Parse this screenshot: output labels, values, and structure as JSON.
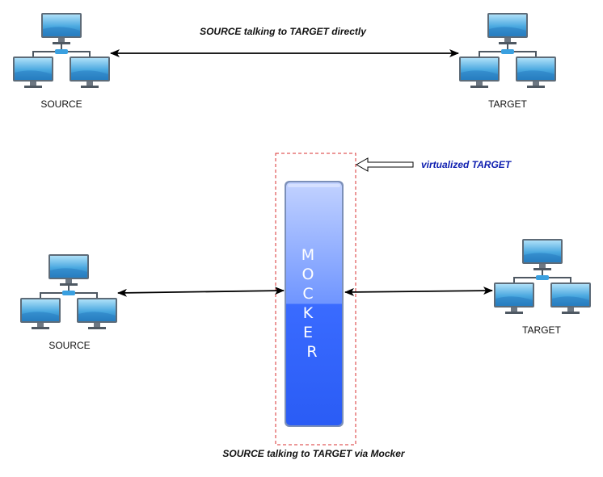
{
  "direct": {
    "caption": "SOURCE talking to TARGET directly",
    "source_label": "SOURCE",
    "target_label": "TARGET"
  },
  "mocked": {
    "caption": "SOURCE talking to TARGET via Mocker",
    "source_label": "SOURCE",
    "target_label": "TARGET",
    "mocker_label": "MOCKER",
    "virtual_label": "virtualized TARGET"
  },
  "colors": {
    "monitor_top": "#8fd0f0",
    "monitor_bottom": "#2f8ed0",
    "mocker_top": "#b4c8ff",
    "mocker_bottom": "#2f62ff",
    "dashed_border": "#d83030",
    "virtual_text": "#1020b0"
  },
  "icons": [
    "network-computers-icon",
    "double-arrow-icon",
    "hollow-arrow-icon"
  ]
}
